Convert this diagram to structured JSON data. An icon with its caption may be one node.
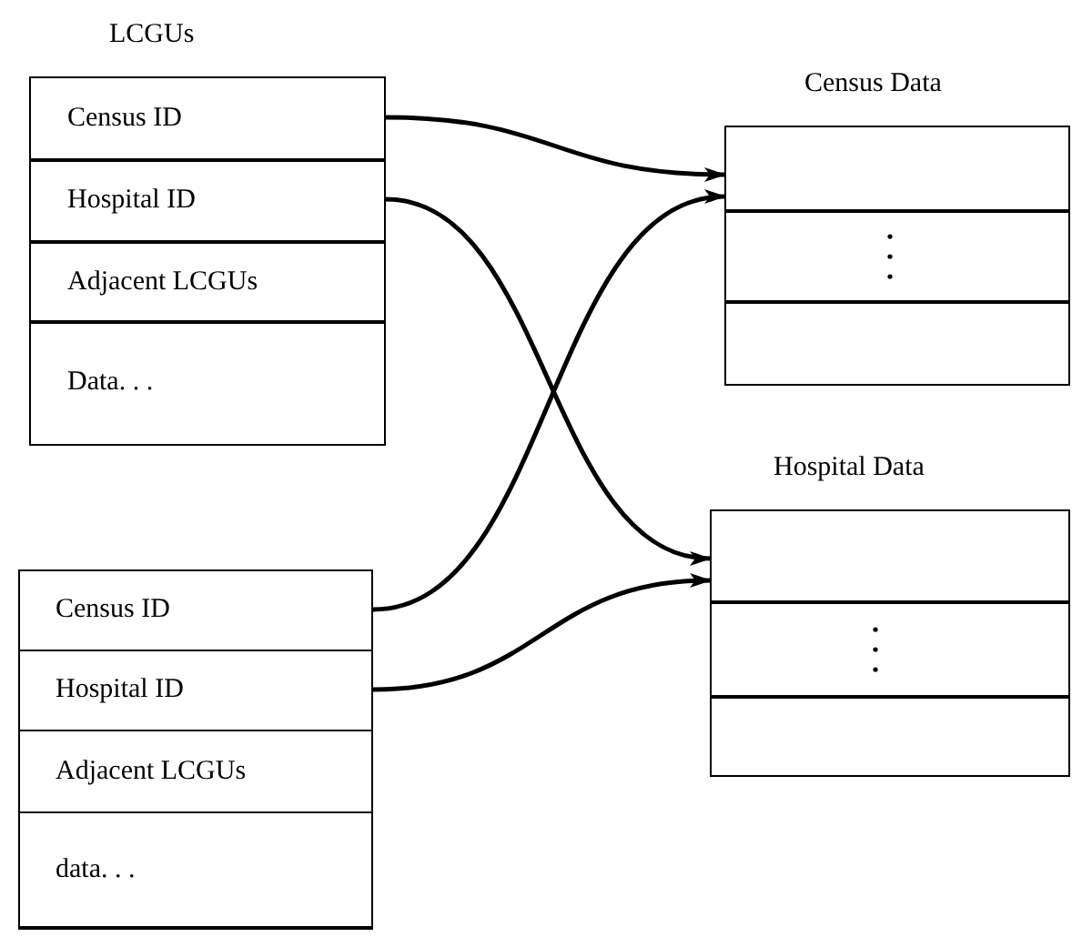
{
  "diagram": {
    "nodes": [
      {
        "text": [
          "LCGUs"
        ]
      },
      {
        "text": [
          "Census ID"
        ],
        "in": 0
      },
      {
        "text": [
          "Hospital ID"
        ],
        "in": 0
      },
      {
        "text": [
          "Adjacent LCGUs"
        ],
        "in": 0
      },
      {
        "text": [
          "Data. . ."
        ],
        "in": 0
      },
      {
        "text": [],
        "shape": "box"
      },
      {
        "text": [
          "Census ID"
        ],
        "in": 5
      },
      {
        "text": [
          "Hospital ID"
        ],
        "in": 5
      },
      {
        "text": [
          "Adjacent LCGUs"
        ],
        "in": 5
      },
      {
        "text": [
          "data. . ."
        ],
        "in": 5
      },
      {
        "text": [
          "Census Data"
        ]
      },
      {
        "text": [],
        "shape": "box",
        "in": 10
      },
      {
        "text": [],
        "shape": "box",
        "in": 10
      },
      {
        "text": [],
        "shape": "box",
        "in": 10
      },
      {
        "text": [
          "Hospital Data"
        ]
      },
      {
        "text": [],
        "shape": "box",
        "in": 14
      },
      {
        "text": [],
        "shape": "box",
        "in": 14
      },
      {
        "text": [],
        "shape": "box",
        "in": 14
      }
    ],
    "edges": [
      {
        "from": 1,
        "to": 11,
        "arrow": "to"
      },
      {
        "from": 2,
        "to": 15,
        "arrow": "to"
      },
      {
        "from": 6,
        "to": 11,
        "arrow": "to"
      },
      {
        "from": 7,
        "to": 15,
        "arrow": "to"
      }
    ]
  }
}
